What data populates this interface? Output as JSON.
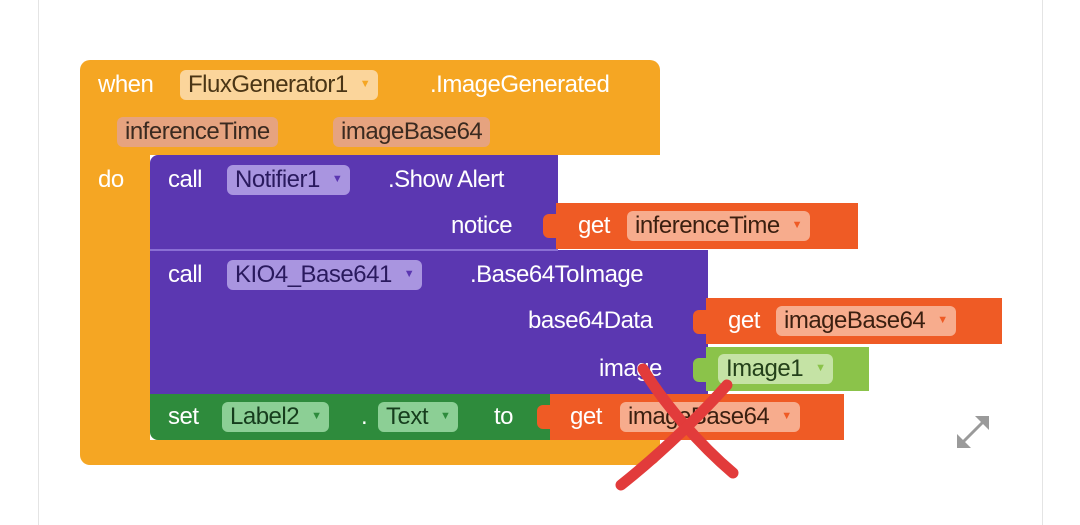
{
  "event": {
    "keyword_when": "when",
    "component": "FluxGenerator1",
    "event_name": ".ImageGenerated",
    "params": [
      "inferenceTime",
      "imageBase64"
    ],
    "keyword_do": "do"
  },
  "call1": {
    "keyword": "call",
    "component": "Notifier1",
    "method": ".Show Alert",
    "arg_label": "notice",
    "get_keyword": "get",
    "get_var": "inferenceTime"
  },
  "call2": {
    "keyword": "call",
    "component": "KIO4_Base641",
    "method": ".Base64ToImage",
    "arg1_label": "base64Data",
    "arg1_get_keyword": "get",
    "arg1_get_var": "imageBase64",
    "arg2_label": "image",
    "arg2_component": "Image1"
  },
  "setter": {
    "keyword": "set",
    "component": "Label2",
    "dot": ".",
    "property": "Text",
    "to": "to",
    "get_keyword": "get",
    "get_var": "imageBase64"
  },
  "colors": {
    "event": "#f5a623",
    "procedure": "#5b37b1",
    "variable": "#ef5b25",
    "component": "#8bc34a",
    "setter": "#2e8b3c",
    "cross": "#e23b3b"
  },
  "icons": {
    "expand": "expand-diagonal-icon",
    "cross": "red-cross-mark"
  }
}
